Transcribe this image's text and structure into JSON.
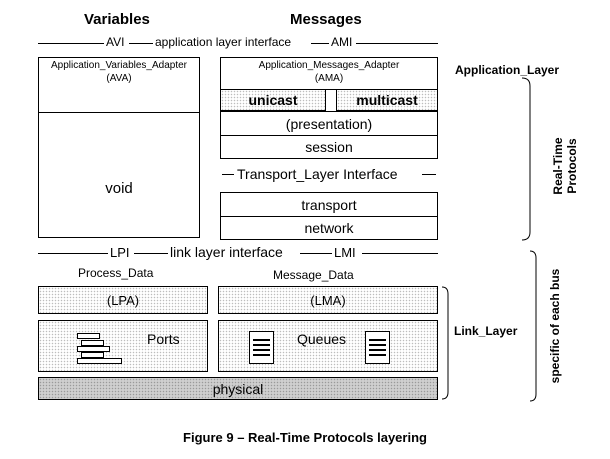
{
  "headers": {
    "variables": "Variables",
    "messages": "Messages"
  },
  "app_interface": {
    "avi": "AVI",
    "label": "application layer interface",
    "ami": "AMI"
  },
  "ava": {
    "title": "Application_Variables_Adapter",
    "abbr": "(AVA)",
    "void": "void"
  },
  "ama": {
    "title": "Application_Messages_Adapter",
    "abbr": "(AMA)",
    "unicast": "unicast",
    "multicast": "multicast",
    "presentation": "(presentation)",
    "session": "session"
  },
  "transport_interface": "Transport_Layer Interface",
  "transport": "transport",
  "network": "network",
  "link_interface": {
    "lpi": "LPI",
    "label": "link layer interface",
    "lmi": "LMI"
  },
  "process_data": "Process_Data",
  "message_data": "Message_Data",
  "lpa": "(LPA)",
  "lma": "(LMA)",
  "ports": "Ports",
  "queues": "Queues",
  "physical": "physical",
  "right_labels": {
    "application_layer": "Application_Layer",
    "real_time_protocols": "Real-Time Protocols",
    "link_layer": "Link_Layer",
    "specific_bus": "specific of each bus"
  },
  "caption": "Figure 9 – Real-Time Protocols layering"
}
